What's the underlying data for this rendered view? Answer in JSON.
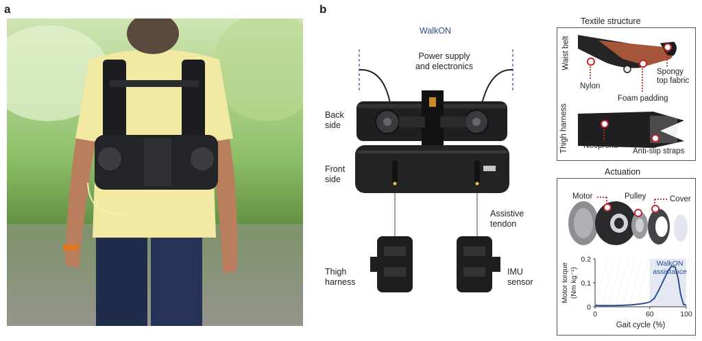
{
  "panel_a": {
    "letter": "a"
  },
  "panel_b": {
    "letter": "b",
    "device_name": "WalkON",
    "labels": {
      "power": [
        "Power supply",
        "and electronics"
      ],
      "back": [
        "Back",
        "side"
      ],
      "front": [
        "Front",
        "side"
      ],
      "tendon": [
        "Assistive",
        "tendon"
      ],
      "thigh": [
        "Thigh",
        "harness"
      ],
      "imu": [
        "IMU",
        "sensor"
      ]
    }
  },
  "textile": {
    "title": "Textile structure",
    "waist_belt": "Waist belt",
    "thigh_harness": "Thigh harness",
    "nylon": "Nylon",
    "foam": "Foam padding",
    "spongy": [
      "Spongy",
      "top fabric"
    ],
    "neoprene": "Neoprene",
    "antislip": "Anti-slip straps"
  },
  "actuation": {
    "title": "Actuation",
    "motor": "Motor",
    "pulley": "Pulley",
    "cover": "Cover"
  },
  "chart_data": {
    "type": "line",
    "title": "",
    "xlabel": "Gait cycle (%)",
    "ylabel_line1": "Motor torque",
    "ylabel_line2": "(Nm kg⁻¹)",
    "xlim": [
      0,
      100
    ],
    "ylim": [
      0,
      0.2
    ],
    "xticks": [
      "0",
      "60",
      "100"
    ],
    "yticks": [
      "0",
      "0.1",
      "0.2"
    ],
    "annotation": [
      "WalkON",
      "assistance"
    ],
    "shaded_region": [
      60,
      100
    ],
    "x": [
      0,
      5,
      10,
      20,
      30,
      40,
      50,
      55,
      60,
      65,
      70,
      75,
      80,
      84,
      88,
      91,
      94,
      97,
      100
    ],
    "y": [
      0.006,
      0.005,
      0.005,
      0.005,
      0.006,
      0.008,
      0.012,
      0.015,
      0.02,
      0.035,
      0.07,
      0.11,
      0.15,
      0.17,
      0.165,
      0.12,
      0.05,
      0.01,
      0.006
    ],
    "color": "#2a4d8f"
  },
  "colors": {
    "accent_red": "#c0262d",
    "accent_blue": "#2a4d8f"
  }
}
